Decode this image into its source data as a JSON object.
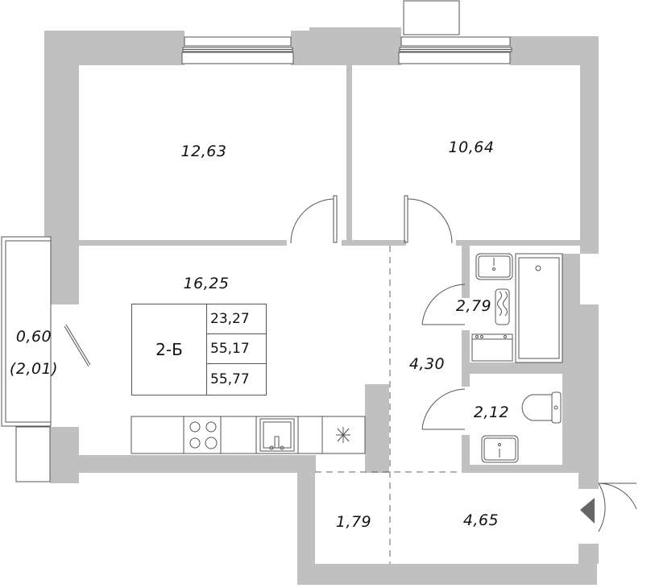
{
  "plan": {
    "apartment_code": "2-Б",
    "areas_table": {
      "living_area": "23,27",
      "total_area": "55,17",
      "total_area_with_balcony": "55,77"
    },
    "rooms": [
      {
        "id": "bedroom-1",
        "area": "12,63"
      },
      {
        "id": "bedroom-2",
        "area": "10,64"
      },
      {
        "id": "kitchen-living",
        "area": "16,25"
      },
      {
        "id": "hallway",
        "area": "4,30"
      },
      {
        "id": "bathroom",
        "area": "2,79"
      },
      {
        "id": "toilet",
        "area": "2,12"
      },
      {
        "id": "storage",
        "area": "1,79"
      },
      {
        "id": "entry",
        "area": "4,65"
      },
      {
        "id": "balcony",
        "area": "0,60",
        "area_full": "(2,01)"
      }
    ],
    "colors": {
      "wall": "#c0c0c0",
      "line": "#555555",
      "entry_marker": "#666666"
    }
  }
}
